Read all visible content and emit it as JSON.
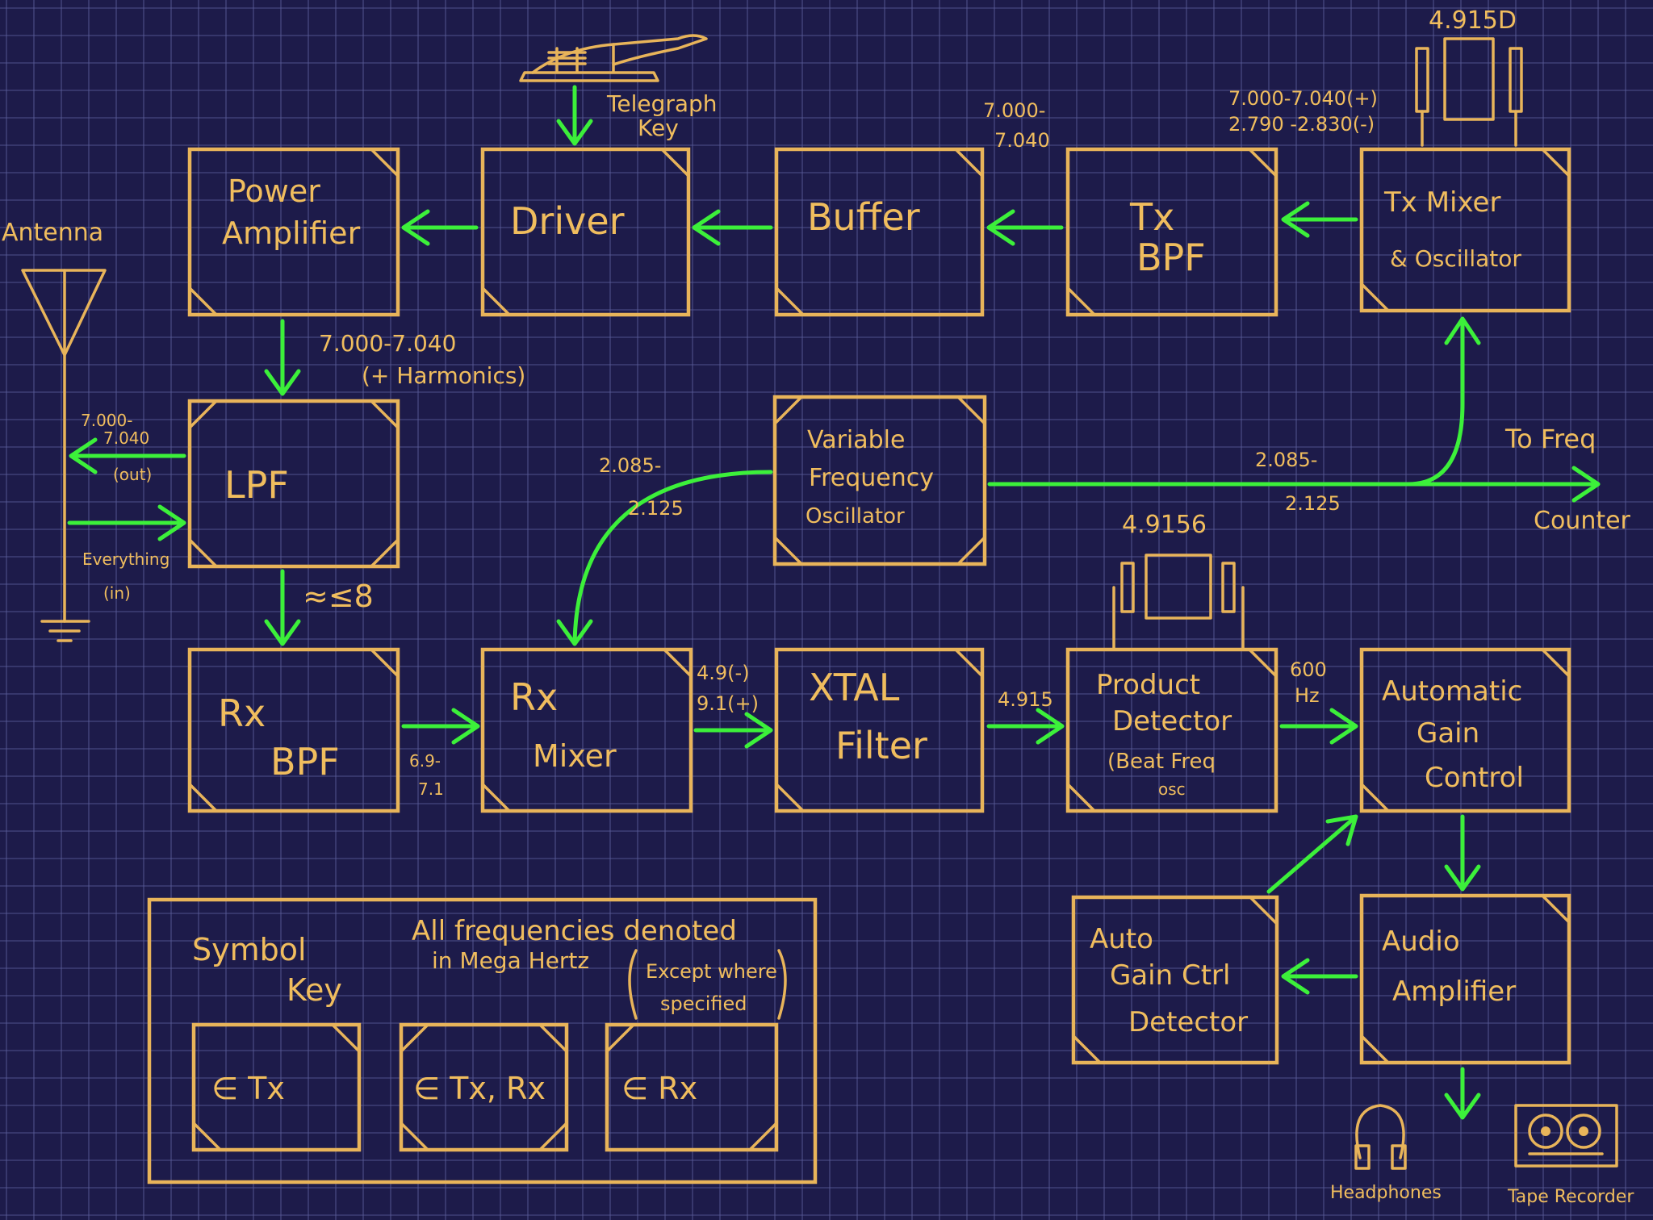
{
  "blocks": {
    "power_amplifier": [
      "Power",
      "Amplifier"
    ],
    "driver": [
      "Driver"
    ],
    "buffer": [
      "Buffer"
    ],
    "tx_bpf": [
      "Tx",
      "BPF"
    ],
    "tx_mixer": [
      "Tx Mixer",
      "& Oscillator"
    ],
    "lpf": [
      "LPF"
    ],
    "vfo": [
      "Variable",
      "Frequency",
      "Oscillator"
    ],
    "rx_bpf": [
      "Rx",
      "BPF"
    ],
    "rx_mixer": [
      "Rx",
      "Mixer"
    ],
    "xtal_filter": [
      "XTAL",
      "Filter"
    ],
    "product_detector": [
      "Product",
      "Detector",
      "(Beat Freq",
      "osc"
    ],
    "agc": [
      "Automatic",
      "Gain",
      "Control"
    ],
    "agc_detector": [
      "Auto",
      "Gain Ctrl",
      "Detector"
    ],
    "audio_amplifier": [
      "Audio",
      "Amplifier"
    ]
  },
  "labels": {
    "antenna": "Antenna",
    "telegraph_key": [
      "Telegraph",
      "Key"
    ],
    "crystal_top": "4.915D",
    "crystal_mid": "4.9156",
    "tx_mixer_out": [
      "7.000-7.040(+)",
      "2.790 -2.830(-)"
    ],
    "tx_bpf_out": [
      "7.000-",
      "7.040"
    ],
    "pa_out": [
      "7.000-7.040",
      "(+ Harmonics)"
    ],
    "antenna_out": [
      "7.000-",
      "7.040",
      "(out)"
    ],
    "antenna_in": [
      "Everything",
      "(in)"
    ],
    "lpf_rx": "≈≤8",
    "vfo_to_rx": [
      "2.085-",
      "2.125"
    ],
    "vfo_out": [
      "2.085-",
      "2.125"
    ],
    "freq_counter": [
      "To Freq",
      "Counter"
    ],
    "rx_bpf_out": [
      "6.9-",
      "7.1"
    ],
    "rx_mixer_out": [
      "4.9(-)",
      "9.1(+)"
    ],
    "xtal_out": "4.915",
    "pd_out": [
      "600",
      "Hz"
    ],
    "headphones": "Headphones",
    "tape_recorder": "Tape Recorder"
  },
  "legend": {
    "title": [
      "Symbol",
      "Key"
    ],
    "note": [
      "All frequencies denoted",
      "in Mega Hertz"
    ],
    "note_paren": [
      "Except where",
      "specified"
    ],
    "items": [
      "∈ Tx",
      "∈ Tx, Rx",
      "∈ Rx"
    ]
  },
  "colors": {
    "background": "#1d1b4a",
    "box": "#e8b45a",
    "signal": "#3cf03a",
    "grid": "#5b5e9a"
  }
}
